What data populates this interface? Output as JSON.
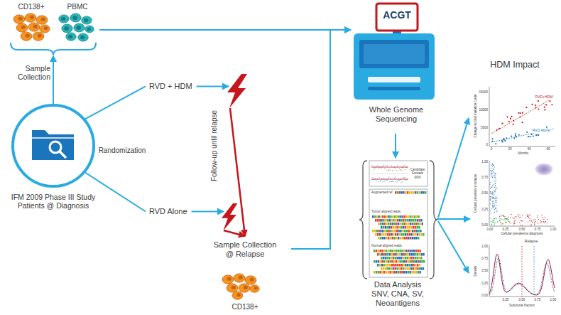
{
  "diagram": {
    "nodes": [
      {
        "text": [
          "CD138+",
          "PBMC"
        ]
      },
      {
        "text": [
          "IFM 2009 Phase III Study Patients @ Diagnosis"
        ]
      },
      {
        "text": [
          "RVD + HDM"
        ]
      },
      {
        "text": [
          "RVD Alone"
        ]
      },
      {
        "text": [
          "Sample Collection @ Relapse",
          "CD138+"
        ]
      },
      {
        "text": [
          "ACGT",
          "Whole Genome Sequencing"
        ]
      },
      {
        "text": [
          "Data Analysis SNV, CNA, SV, Neoantigens"
        ]
      },
      {
        "text": [
          "HDM Impact"
        ]
      }
    ],
    "edges": [
      {
        "from": 1,
        "to": 0,
        "arrow": "to",
        "label": "Sample Collection"
      },
      {
        "from": 1,
        "to": 2,
        "arrow": "none"
      },
      {
        "from": 1,
        "to": 3,
        "arrow": "none"
      },
      {
        "from": 2,
        "to": 4,
        "arrow": "to"
      },
      {
        "from": 3,
        "to": 4,
        "arrow": "to"
      },
      {
        "from": 0,
        "to": 5,
        "arrow": "to"
      },
      {
        "from": 4,
        "to": 5,
        "arrow": "to"
      },
      {
        "from": 5,
        "to": 6,
        "arrow": "to"
      },
      {
        "from": 6,
        "to": 7,
        "arrow": "to"
      }
    ],
    "labels": [
      "Randomization",
      "Follow-up until relapse",
      "Candidate Somatic SNV",
      "Augmented ref",
      "Tumor aligned reads",
      "Normal aligned reads",
      "Change in total mutation count",
      "Months",
      "RVD+HDM",
      "RVD Alone",
      "Cellular prevalence relapse",
      "Cellular prevalence diagnosis",
      "Relapse",
      "Density",
      "Subclonal fraction",
      "15000",
      "10000",
      "5000",
      "0",
      "0",
      "20",
      "40",
      "60",
      "1.00",
      "0.75",
      "0.50",
      "0.25",
      "0.00",
      "0.00",
      "0.25",
      "0.50",
      "0.75",
      "1.00",
      "1.00",
      "0.75",
      "0.50",
      "0.25",
      "0.00",
      "0.25",
      "0.50",
      "0.75",
      "1.00"
    ]
  }
}
